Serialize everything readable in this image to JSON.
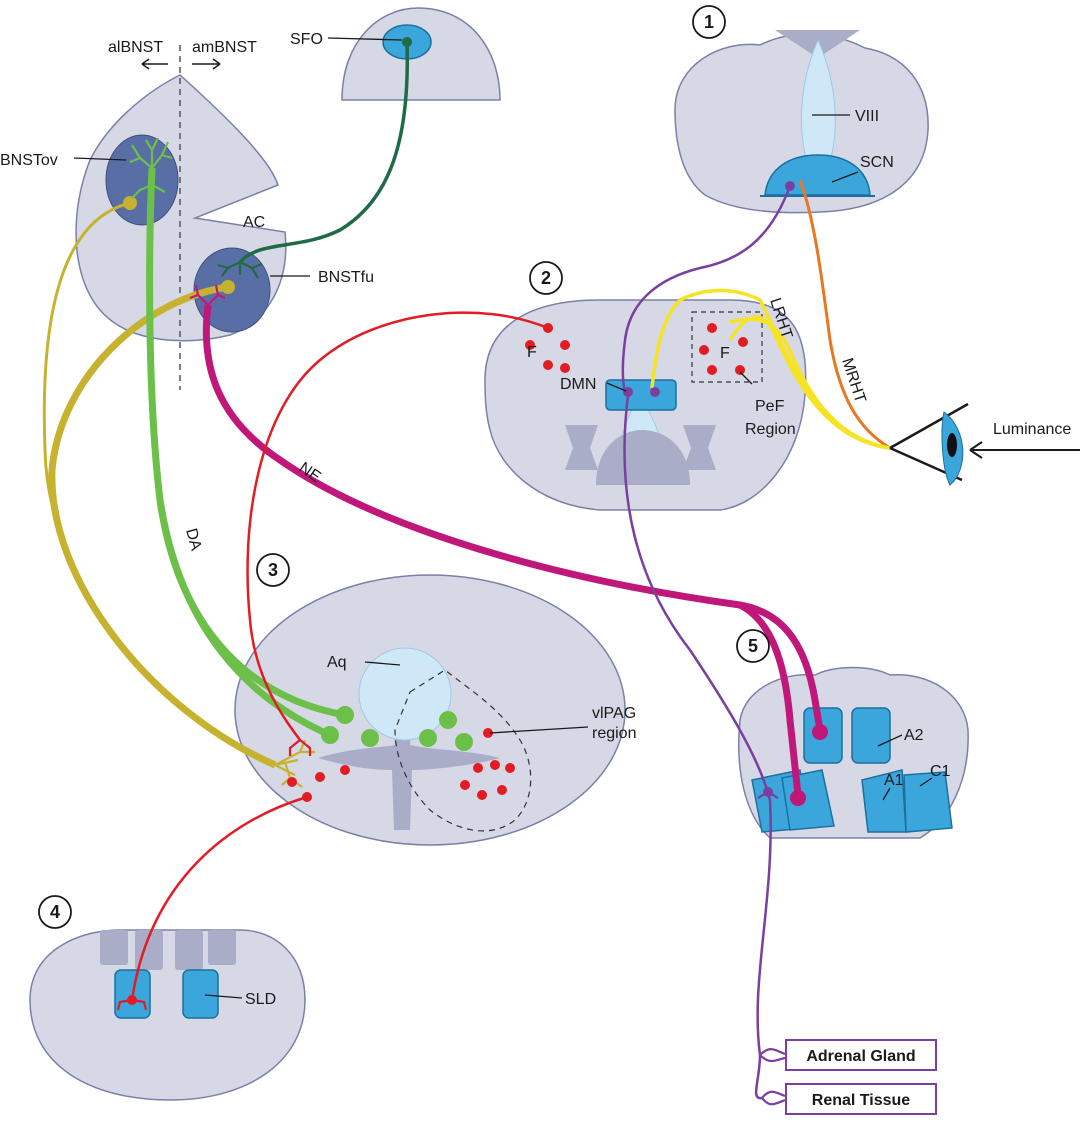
{
  "colors": {
    "tissue": "#d6d8e6",
    "tissue_stroke": "#7a80a8",
    "nucleus_dark": "#5a6ea6",
    "nucleus_blue": "#3aa6dc",
    "ventricle": "#cfe8f8",
    "da": "#6cc04a",
    "ne": "#c0187a",
    "bnstov_path": "#c6b22e",
    "sfo_path": "#1e6b45",
    "dmn_path": "#7a3fa0",
    "periph_red": "#e31b23",
    "lrht": "#f5e324",
    "mrht": "#e87722"
  },
  "labels": {
    "albnst": "alBNST",
    "ambnst": "amBNST",
    "sfo": "SFO",
    "bnstov": "BNSTov",
    "ac": "AC",
    "bnstfu": "BNSTfu",
    "viii": "VIII",
    "scn": "SCN",
    "f_left": "F",
    "f_right": "F",
    "dmn": "DMN",
    "pef": "PeF",
    "region": "Region",
    "lrht": "LRHT",
    "mrht": "MRHT",
    "luminance": "Luminance",
    "ne": "NE",
    "da": "DA",
    "aq": "Aq",
    "vlpag": "vlPAG",
    "vlpag_region": "region",
    "a2": "A2",
    "a1": "A1",
    "c1": "C1",
    "sld": "SLD",
    "adrenal": "Adrenal Gland",
    "renal": "Renal Tissue"
  },
  "section_numbers": {
    "s1": "1",
    "s2": "2",
    "s3": "3",
    "s4": "4",
    "s5": "5"
  }
}
